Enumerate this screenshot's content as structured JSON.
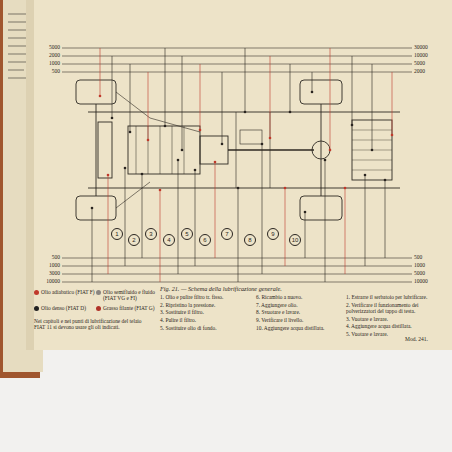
{
  "diagram": {
    "caption": "Fig. 21. — Schema della lubrificazione generale.",
    "labels": [
      "5000",
      "2000",
      "1000",
      "500",
      "30000",
      "10000",
      "5000",
      "2000",
      "500",
      "1000",
      "3000",
      "10000",
      "500",
      "1000",
      "5000",
      "10000",
      "1",
      "2",
      "3",
      "4",
      "5",
      "6",
      "7",
      "8",
      "9",
      "10",
      "1. Olio e pulire filtro tr. fisso.",
      "2. Ripristino la pressione.",
      "3. Sostituire il filtro.",
      "4. Pulire il filtro.",
      "5. Sostituire olio di fondo.",
      "6. Ricambio a nuovo.",
      "7. Aggiungere olio.",
      "8. Svuotare e lavare.",
      "9. Verificare il livello.",
      "10. Aggiungere acqua distillata.",
      "1. Estrarre il serbatoio per lubrificare.",
      "2. Verificare il funzionamento dei polverizzatori del tappo di testa.",
      "3. Vuotare e lavare.",
      "4. Aggiungere acqua distillata.",
      "5. Vuotare e lavare.",
      "Nei capitoli e nei punti di lubrificazione del telaio FIAT 11 si devono usare gli oli indicati.",
      "Mod. 241."
    ],
    "legend": [
      {
        "text": "Olio adiabatico (FIAT F)",
        "color": "#c0392b"
      },
      {
        "text": "Olio semifluido e fluido (FIAT VG e FI)",
        "color": "#8a8580"
      },
      {
        "text": "Olio denso (FIAT D)",
        "color": "#222222"
      },
      {
        "text": "Grasso filante (FIAT G)",
        "color": "#b03228"
      }
    ]
  }
}
